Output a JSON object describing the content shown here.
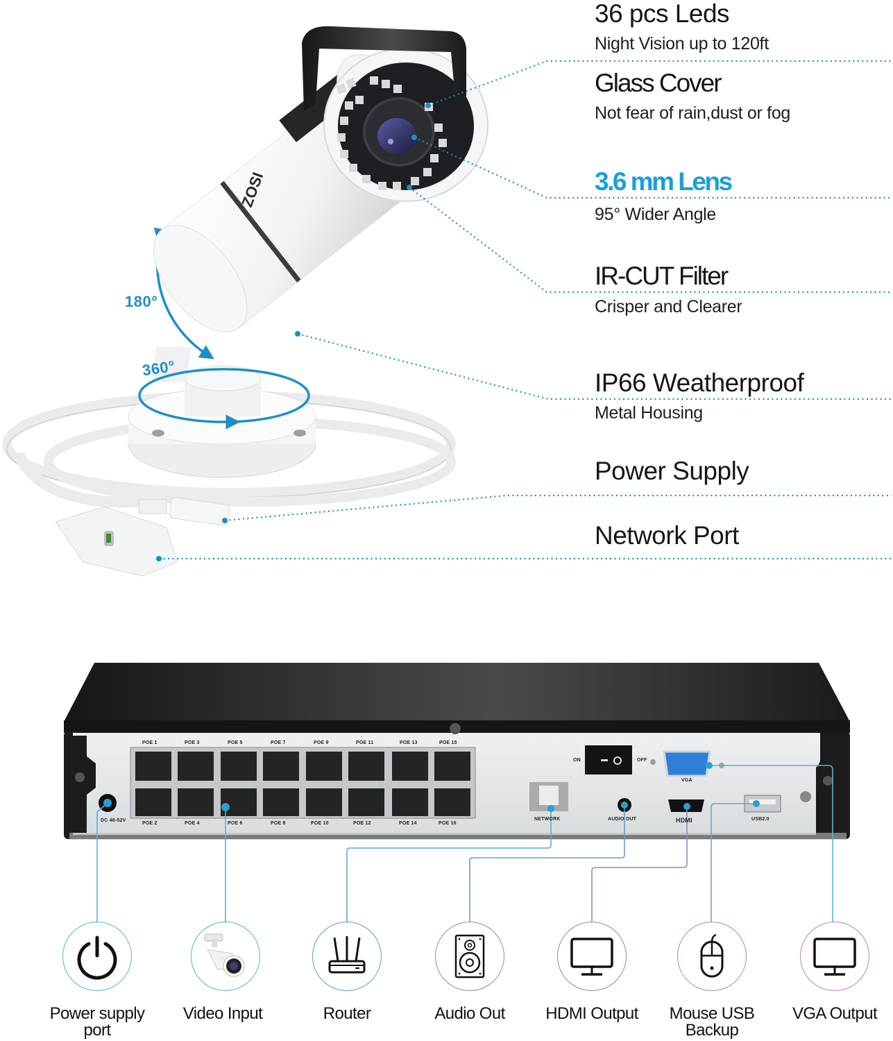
{
  "camera": {
    "brand": "ZOSI",
    "rotation_vertical": "180°",
    "rotation_horizontal": "360°",
    "features": [
      {
        "title": "36 pcs Leds",
        "subtitle": "Night Vision up to 120ft"
      },
      {
        "title": "Glass Cover",
        "subtitle": "Not fear of rain,dust or fog"
      },
      {
        "title": "3.6 mm Lens",
        "subtitle": "95° Wider Angle"
      },
      {
        "title": "IR-CUT Filter",
        "subtitle": "Crisper and Clearer"
      },
      {
        "title": "IP66 Weatherproof",
        "subtitle": "Metal Housing"
      },
      {
        "title": "Power Supply"
      },
      {
        "title": "Network Port"
      }
    ]
  },
  "nvr": {
    "power_label": "DC 48-52V",
    "poe_top": [
      "POE 1",
      "POE 3",
      "POE 5",
      "POE 7",
      "POE 9",
      "POE 11",
      "POE 13",
      "POE 15"
    ],
    "poe_bottom": [
      "POE 2",
      "POE 4",
      "POE 6",
      "POE 8",
      "POE 10",
      "POE 12",
      "POE 14",
      "POE 16"
    ],
    "switch_on": "ON",
    "switch_off": "OFF",
    "vga_label": "VGA",
    "network_label": "NETWORK",
    "audio_label": "AUDIO OUT",
    "hdmi_label": "HDMI",
    "usb_label": "USB2.0"
  },
  "connections": [
    {
      "label": "Power supply port",
      "icon": "power-icon"
    },
    {
      "label": "Video Input",
      "icon": "camera-icon"
    },
    {
      "label": "Router",
      "icon": "router-icon"
    },
    {
      "label": "Audio Out",
      "icon": "speaker-icon"
    },
    {
      "label": "HDMI Output",
      "icon": "monitor-icon"
    },
    {
      "label": "Mouse USB Backup",
      "icon": "mouse-icon"
    },
    {
      "label": "VGA Output",
      "icon": "monitor-icon"
    }
  ],
  "colors": {
    "accent": "#1a9fd8",
    "callout_dot": "#1b8fbf",
    "nvr_body": "#1d1d1d",
    "nvr_panel": "#e6e9ea"
  }
}
